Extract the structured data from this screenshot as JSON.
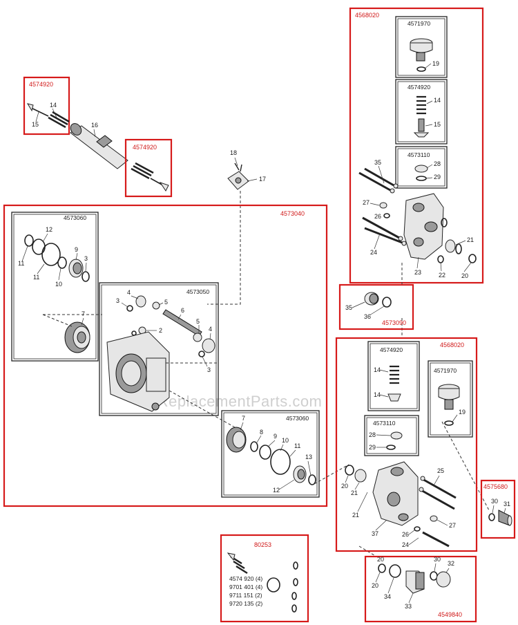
{
  "watermark": "eReplacementParts.com",
  "kits": {
    "k4568020_top": "4568020",
    "k4571970_top": "4571970",
    "k4574920_top_inner": "4574920",
    "k4573110_top": "4573110",
    "k4574920_left_top": "4574920",
    "k4574920_left_mid": "4574920",
    "k4573040": "4573040",
    "k4573060_left": "4573060",
    "k4573050": "4573050",
    "k4573060_bottom": "4573060",
    "k4573090": "4573090",
    "k4568020_right": "4568020",
    "k4574920_right_inner": "4574920",
    "k4571970_right": "4571970",
    "k4573110_right": "4573110",
    "k4575680": "4575680",
    "k80253": "80253",
    "k4549840": "4549840"
  },
  "kit80253_list": [
    "4574 920 (4)",
    "9701 401 (4)",
    "9711 151 (2)",
    "9720 135 (2)"
  ],
  "callouts": {
    "c14a": "14",
    "c15a": "15",
    "c16": "16",
    "c18": "18",
    "c17": "17",
    "c12a": "12",
    "c11a": "11",
    "c11b": "11",
    "c10a": "10",
    "c9a": "9",
    "c3a": "3",
    "c7a": "7",
    "c4": "4",
    "c3b": "3",
    "c5a": "5",
    "c6": "6",
    "c2": "2",
    "c5b": "5",
    "c4b": "4",
    "c3c": "3",
    "c7b": "7",
    "c8": "8",
    "c9b": "9",
    "c10b": "10",
    "c11c": "11",
    "c13": "13",
    "c12b": "12",
    "c19a": "19",
    "c14b": "14",
    "c15b": "15",
    "c28a": "28",
    "c29a": "29",
    "c35a": "35",
    "c27a": "27",
    "c26a": "26",
    "c24a": "24",
    "c21a": "21",
    "c23": "23",
    "c22": "22",
    "c20a": "20",
    "c35b": "35",
    "c36": "36",
    "c14c": "14",
    "c14d": "14",
    "c19b": "19",
    "c28b": "28",
    "c29b": "29",
    "c25": "25",
    "c20b": "20",
    "c21b": "21",
    "c21c": "21",
    "c27b": "27",
    "c26b": "26",
    "c24b": "24",
    "c37": "37",
    "c30a": "30",
    "c31": "31",
    "c20c": "20",
    "c34": "34",
    "c33": "33",
    "c30b": "30",
    "c32": "32"
  }
}
